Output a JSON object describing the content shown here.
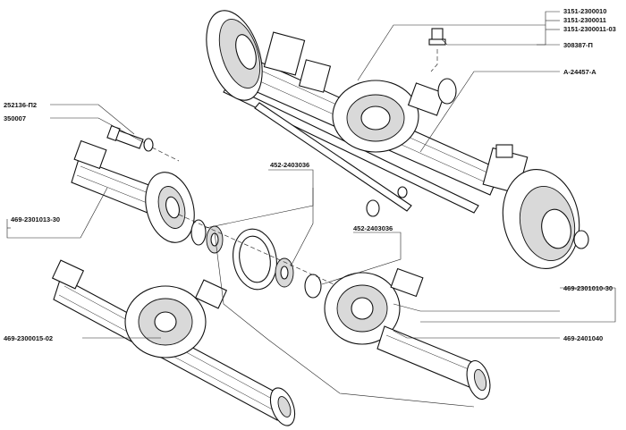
{
  "labels": {
    "top_right_1": "3151-2300010",
    "top_right_2": "3151-2300011",
    "top_right_3": "3151-2300011-03",
    "vent_plug": "308387-П",
    "hose": "А-24457-А",
    "bolt": "252136-П2",
    "washer": "350007",
    "bearing_upper": "452-2403036",
    "bearing_lower": "452-2403036",
    "left_housing": "469-2301013-30",
    "right_housing": "469-2301010-30",
    "bottom_housing": "469-2300015-02",
    "gear_set": "469-2401040"
  },
  "colors": {
    "line": "#111111",
    "background": "#ffffff"
  }
}
